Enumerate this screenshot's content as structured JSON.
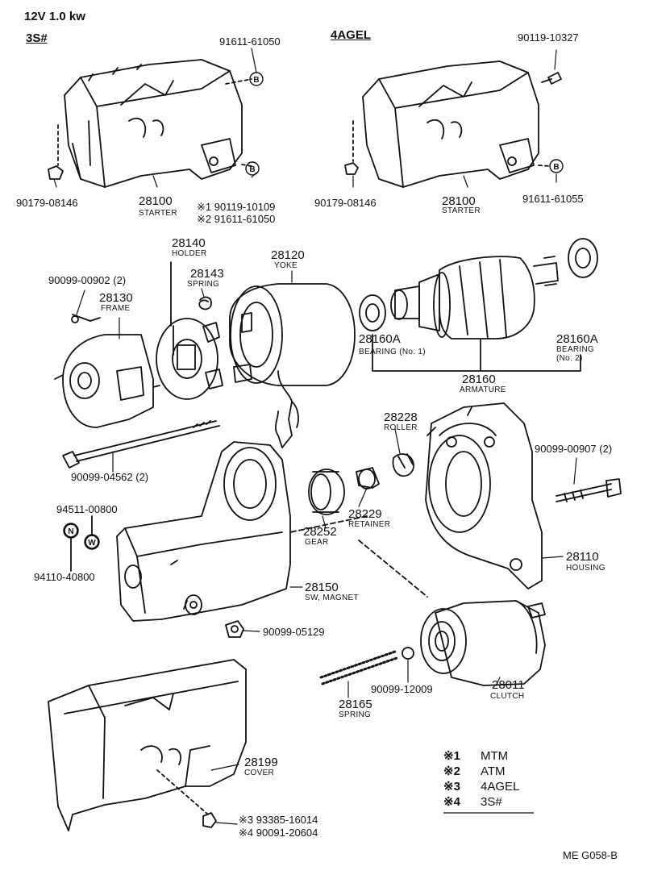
{
  "header": {
    "spec": "12V 1.0 kw",
    "variant_left": "3S#",
    "variant_right": "4AGEL"
  },
  "parts": {
    "p91611_61050": "91611-61050",
    "p90179_08146_l": "90179-08146",
    "p28100_l": "28100",
    "starter_l": "STARTER",
    "note1_a": "※1 90119-10109",
    "note1_b": "※2 91611-61050",
    "p90119_10327": "90119-10327",
    "p90179_08146_r": "90179-08146",
    "p28100_r": "28100",
    "starter_r": "STARTER",
    "p91611_61055": "91611-61055",
    "p28140": "28140",
    "holder": "HOLDER",
    "p28143": "28143",
    "spring_143": "SPRING",
    "p28120": "28120",
    "yoke": "YOKE",
    "p90099_00902": "90099-00902 (2)",
    "p28130": "28130",
    "frame": "FRAME",
    "p28160a_1": "28160A",
    "bearing1": "BEARING (No. 1)",
    "p28160a_2": "28160A",
    "bearing2a": "BEARING",
    "bearing2b": "(No. 2)",
    "p28160": "28160",
    "armature": "ARMATURE",
    "p28228": "28228",
    "roller": "ROLLER",
    "p90099_00907": "90099-00907 (2)",
    "p90099_04562": "90099-04562 (2)",
    "p94511_00800": "94511-00800",
    "p28229": "28229",
    "retainer": "RETAINER",
    "p28252": "28252",
    "gear": "GEAR",
    "p94110_40800": "94110-40800",
    "p28110": "28110",
    "housing": "HOUSING",
    "p28150": "28150",
    "sw_magnet": "SW, MAGNET",
    "p90099_05129": "90099-05129",
    "p90099_12009": "90099-12009",
    "p28011": "28011",
    "clutch": "CLUTCH",
    "p28165": "28165",
    "spring_165": "SPRING",
    "p28199": "28199",
    "cover": "COVER",
    "note3": "※3 93385-16014",
    "note4": "※4 90091-20604"
  },
  "callouts": {
    "b": "B",
    "n": "N",
    "w": "W"
  },
  "legend": {
    "rows": [
      {
        "mark": "※1",
        "code": "MTM"
      },
      {
        "mark": "※2",
        "code": "ATM"
      },
      {
        "mark": "※3",
        "code": "4AGEL"
      },
      {
        "mark": "※4",
        "code": "3S#"
      }
    ]
  },
  "footer": {
    "ref": "ME G058-B"
  }
}
